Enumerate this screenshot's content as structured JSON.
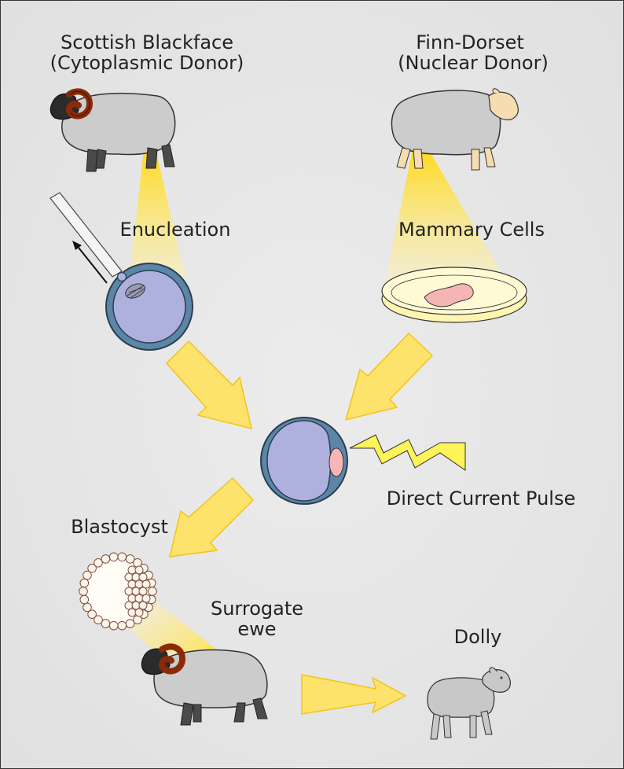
{
  "labels": {
    "donor_cyto_line1": "Scottish Blackface",
    "donor_cyto_line2": "(Cytoplasmic Donor)",
    "donor_nuc_line1": "Finn-Dorset",
    "donor_nuc_line2": "(Nuclear Donor)",
    "enucleation": "Enucleation",
    "mammary_cells": "Mammary Cells",
    "dc_pulse": "Direct Current Pulse",
    "blastocyst": "Blastocyst",
    "surrogate_line1": "Surrogate",
    "surrogate_line2": "ewe",
    "dolly": "Dolly"
  },
  "colors": {
    "background": "#e6e6e6",
    "beam": "#ffe14d",
    "arrow_fill": "#fde36b",
    "arrow_stroke": "#f0c419",
    "cell_outer": "#5b86a8",
    "cell_inner": "#aeb1de",
    "sheep_body": "#cccccc",
    "ram_horn": "#8b2a08",
    "finn_face": "#f5ddb0",
    "nucleus_pink": "#f7b5b5",
    "dish_fill": "#fff5b0",
    "tissue_pink": "#f6b5b5",
    "bolt": "#fff35a"
  },
  "icons": [
    "sheep-icon",
    "ram-icon",
    "cell-icon",
    "petri-dish-icon",
    "lightning-bolt-icon",
    "pipette-icon",
    "lamb-icon"
  ]
}
